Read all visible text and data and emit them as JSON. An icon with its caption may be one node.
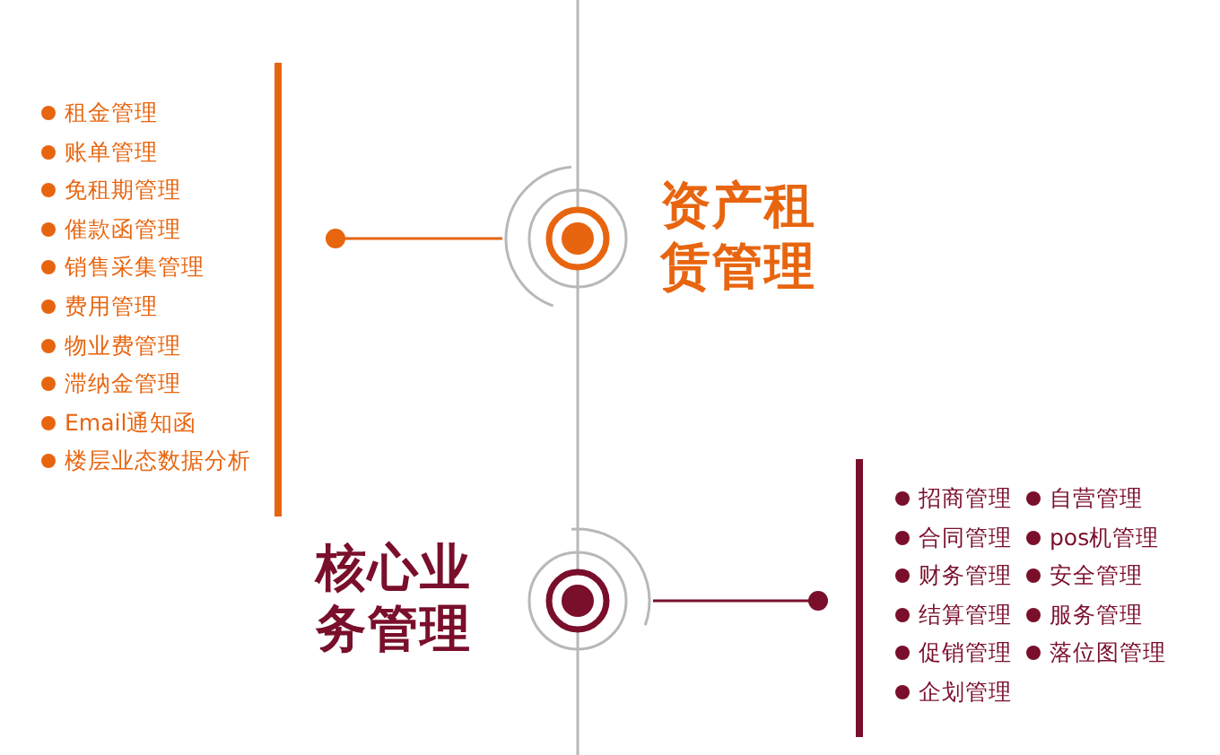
{
  "diagram": {
    "nodes": [
      {
        "text": [],
        "shape": "circle",
        "beside": [
          "资产租赁管理"
        ]
      },
      {
        "text": [
          "租金管理",
          "账单管理",
          "免租期管理",
          "催款函管理",
          "销售采集管理",
          "费用管理",
          "物业费管理",
          "滞纳金管理",
          "Email通知函",
          "楼层业态数据分析"
        ]
      },
      {
        "text": [],
        "shape": "circle",
        "beside": [
          "核心业务管理"
        ]
      },
      {
        "text": [
          "招商管理",
          "自营管理",
          "合同管理",
          "pos机管理",
          "财务管理",
          "安全管理",
          "结算管理",
          "服务管理",
          "促销管理",
          "落位图管理",
          "企划管理"
        ]
      }
    ],
    "edges": [
      {
        "from": 0,
        "to": 1,
        "arrow": "other",
        "color": "#e8650f"
      },
      {
        "from": 2,
        "to": 3,
        "arrow": "other",
        "color": "#7a0f2b"
      }
    ]
  }
}
